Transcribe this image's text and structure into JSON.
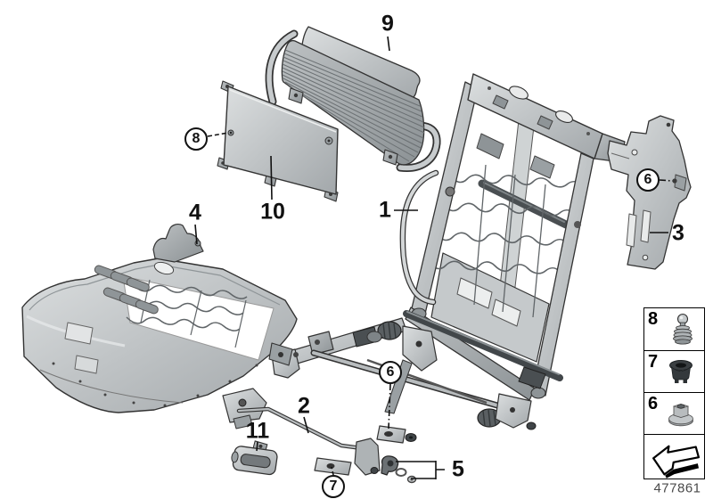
{
  "diagram": {
    "part_number": "477861",
    "background_color": "#ffffff",
    "line_color": "#1a1a1a",
    "metal_light": "#d6d9da",
    "metal_mid": "#a9aeb1",
    "metal_dark": "#5a5f62",
    "callouts": [
      {
        "id": "9",
        "style": "plain"
      },
      {
        "id": "8",
        "style": "circled"
      },
      {
        "id": "10",
        "style": "plain"
      },
      {
        "id": "4",
        "style": "plain"
      },
      {
        "id": "1",
        "style": "plain"
      },
      {
        "id": "6",
        "style": "circled"
      },
      {
        "id": "3",
        "style": "plain"
      },
      {
        "id": "6",
        "style": "circled"
      },
      {
        "id": "2",
        "style": "plain"
      },
      {
        "id": "11",
        "style": "plain"
      },
      {
        "id": "7",
        "style": "circled"
      },
      {
        "id": "5",
        "style": "plain"
      }
    ],
    "legend": {
      "items": [
        {
          "label": "8",
          "icon": "ball-pin-icon"
        },
        {
          "label": "7",
          "icon": "rubber-grommet-icon"
        },
        {
          "label": "6",
          "icon": "plastic-nut-icon"
        }
      ],
      "arrow_icon": "direction-of-travel-arrow-icon"
    }
  }
}
